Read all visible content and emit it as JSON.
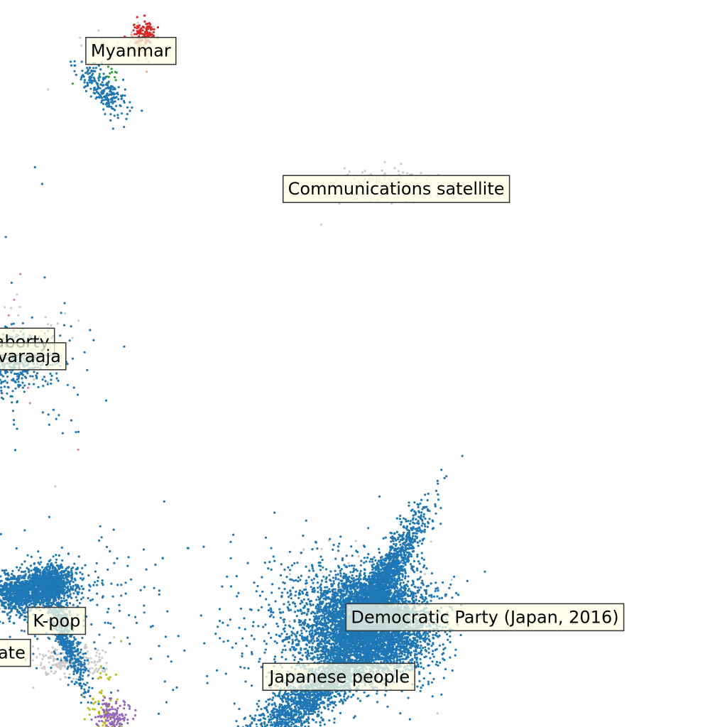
{
  "chart_data": {
    "type": "scatter",
    "title": "",
    "xlabel": "",
    "ylabel": "",
    "grid": false,
    "legend": "none",
    "colors": {
      "main": "#1f77b4",
      "noise": "#cccccc",
      "red": "#d62728",
      "salmon": "#f4a582",
      "green": "#2ca02c",
      "pink": "#e377c2",
      "purple": "#9467bd",
      "olive": "#bcbd22"
    },
    "labels": [
      {
        "text": "Myanmar",
        "x": 0.18,
        "y": 0.93
      },
      {
        "text": "Communications satellite",
        "x": 0.545,
        "y": 0.74
      },
      {
        "text": "aborty",
        "x": 0.03,
        "y": 0.53
      },
      {
        "text": "varaaja",
        "x": 0.04,
        "y": 0.51
      },
      {
        "text": "K-pop",
        "x": 0.078,
        "y": 0.146
      },
      {
        "text": "ate",
        "x": 0.016,
        "y": 0.102
      },
      {
        "text": "Democratic Party (Japan, 2016)",
        "x": 0.667,
        "y": 0.151
      },
      {
        "text": "Japanese people",
        "x": 0.467,
        "y": 0.069
      }
    ],
    "clusters": [
      {
        "name": "Myanmar",
        "color": "main",
        "n": 220,
        "cx": 0.145,
        "cy": 0.875,
        "sx": 0.022,
        "sy": 0.01,
        "rot": -0.8
      },
      {
        "name": "Myanmar-top",
        "color": "red",
        "n": 90,
        "cx": 0.198,
        "cy": 0.955,
        "sx": 0.01,
        "sy": 0.008,
        "rot": 0
      },
      {
        "name": "Myanmar-top-salmon",
        "color": "salmon",
        "n": 40,
        "cx": 0.19,
        "cy": 0.935,
        "sx": 0.012,
        "sy": 0.008,
        "rot": -0.8
      },
      {
        "name": "Myanmar-noise",
        "color": "noise",
        "n": 30,
        "cx": 0.175,
        "cy": 0.94,
        "sx": 0.03,
        "sy": 0.02,
        "rot": 0
      },
      {
        "name": "Myanmar-green",
        "color": "green",
        "n": 12,
        "cx": 0.148,
        "cy": 0.895,
        "sx": 0.01,
        "sy": 0.006,
        "rot": 0
      },
      {
        "name": "Comsat",
        "color": "noise",
        "n": 140,
        "cx": 0.53,
        "cy": 0.745,
        "sx": 0.035,
        "sy": 0.012,
        "rot": 0
      },
      {
        "name": "left-mid",
        "color": "main",
        "n": 520,
        "cx": 0.015,
        "cy": 0.505,
        "sx": 0.03,
        "sy": 0.022,
        "rot": 0.3
      },
      {
        "name": "left-mid-sparse",
        "color": "main",
        "n": 60,
        "cx": 0.03,
        "cy": 0.47,
        "sx": 0.05,
        "sy": 0.05,
        "rot": 0
      },
      {
        "name": "left-mid-pink",
        "color": "pink",
        "n": 10,
        "cx": 0.04,
        "cy": 0.49,
        "sx": 0.04,
        "sy": 0.06,
        "rot": 0
      },
      {
        "name": "left-mid-noise",
        "color": "noise",
        "n": 40,
        "cx": 0.03,
        "cy": 0.53,
        "sx": 0.04,
        "sy": 0.03,
        "rot": 0
      },
      {
        "name": "kpop-core",
        "color": "main",
        "n": 1500,
        "cx": 0.035,
        "cy": 0.186,
        "sx": 0.035,
        "sy": 0.013,
        "rot": 0.15
      },
      {
        "name": "kpop-blob",
        "color": "main",
        "n": 500,
        "cx": 0.07,
        "cy": 0.2,
        "sx": 0.013,
        "sy": 0.012,
        "rot": 0
      },
      {
        "name": "kpop-tail",
        "color": "main",
        "n": 550,
        "cx": 0.09,
        "cy": 0.125,
        "sx": 0.007,
        "sy": 0.04,
        "rot": 0.35
      },
      {
        "name": "kpop-sparse",
        "color": "main",
        "n": 160,
        "cx": 0.1,
        "cy": 0.17,
        "sx": 0.08,
        "sy": 0.05,
        "rot": 0
      },
      {
        "name": "kpop-noise",
        "color": "noise",
        "n": 220,
        "cx": 0.095,
        "cy": 0.09,
        "sx": 0.025,
        "sy": 0.012,
        "rot": 0
      },
      {
        "name": "bottom-purple",
        "color": "purple",
        "n": 160,
        "cx": 0.155,
        "cy": 0.012,
        "sx": 0.01,
        "sy": 0.012,
        "rot": 0
      },
      {
        "name": "bottom-olive",
        "color": "olive",
        "n": 70,
        "cx": 0.14,
        "cy": 0.03,
        "sx": 0.012,
        "sy": 0.03,
        "rot": 0
      },
      {
        "name": "dpj-core",
        "color": "main",
        "n": 5200,
        "cx": 0.505,
        "cy": 0.14,
        "sx": 0.042,
        "sy": 0.035,
        "rot": 0
      },
      {
        "name": "dpj-arm",
        "color": "main",
        "n": 1500,
        "cx": 0.525,
        "cy": 0.2,
        "sx": 0.01,
        "sy": 0.055,
        "rot": -0.55
      },
      {
        "name": "dpj-bottom",
        "color": "main",
        "n": 1600,
        "cx": 0.43,
        "cy": 0.045,
        "sx": 0.015,
        "sy": 0.055,
        "rot": -0.95
      },
      {
        "name": "dpj-sparse",
        "color": "main",
        "n": 500,
        "cx": 0.44,
        "cy": 0.14,
        "sx": 0.08,
        "sy": 0.055,
        "rot": 0
      },
      {
        "name": "dpj-noise",
        "color": "noise",
        "n": 60,
        "cx": 0.5,
        "cy": 0.16,
        "sx": 0.06,
        "sy": 0.06,
        "rot": 0
      }
    ],
    "outliers": [
      {
        "x": 0.048,
        "y": 0.77,
        "color": "main"
      },
      {
        "x": 0.058,
        "y": 0.747,
        "color": "main"
      },
      {
        "x": 0.008,
        "y": 0.674,
        "color": "main"
      },
      {
        "x": 0.028,
        "y": 0.623,
        "color": "pink"
      },
      {
        "x": 0.016,
        "y": 0.611,
        "color": "main"
      },
      {
        "x": 0.089,
        "y": 0.583,
        "color": "main"
      },
      {
        "x": 0.108,
        "y": 0.559,
        "color": "noise"
      },
      {
        "x": 0.146,
        "y": 0.449,
        "color": "main"
      },
      {
        "x": 0.081,
        "y": 0.429,
        "color": "main"
      },
      {
        "x": 0.021,
        "y": 0.381,
        "color": "main"
      },
      {
        "x": 0.076,
        "y": 0.331,
        "color": "noise"
      },
      {
        "x": 0.066,
        "y": 0.877,
        "color": "noise"
      },
      {
        "x": 0.1,
        "y": 0.885,
        "color": "green"
      },
      {
        "x": 0.442,
        "y": 0.691,
        "color": "noise"
      },
      {
        "x": 0.522,
        "y": 0.317,
        "color": "main"
      },
      {
        "x": 0.259,
        "y": 0.246,
        "color": "main"
      },
      {
        "x": 0.238,
        "y": 0.051,
        "color": "main"
      },
      {
        "x": 0.229,
        "y": 0.034,
        "color": "main"
      },
      {
        "x": 0.593,
        "y": 0.255,
        "color": "noise"
      },
      {
        "x": 0.198,
        "y": 0.167,
        "color": "main"
      },
      {
        "x": 0.212,
        "y": 0.191,
        "color": "main"
      }
    ]
  }
}
